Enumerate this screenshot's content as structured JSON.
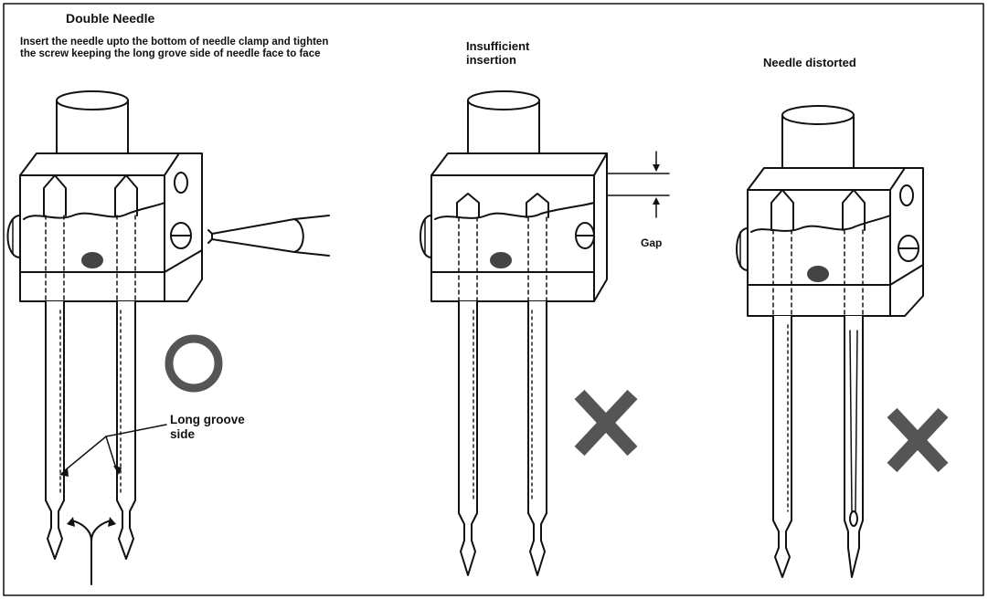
{
  "labels": {
    "title": "Double Needle",
    "instruction_line1": "Insert the needle upto the bottom of needle clamp and tighten",
    "instruction_line2": "the screw keeping the long grove side of needle face to face",
    "insufficient_line1": "Insufficient",
    "insufficient_line2": "insertion",
    "needle_distorted": "Needle distorted",
    "gap": "Gap",
    "long_groove_line1": "Long groove",
    "long_groove_line2": "side"
  },
  "colors": {
    "ink": "#111111",
    "mark_gray": "#555555",
    "background": "#ffffff"
  },
  "marks": {
    "correct": "circle-mark",
    "incorrect": "cross-mark"
  }
}
